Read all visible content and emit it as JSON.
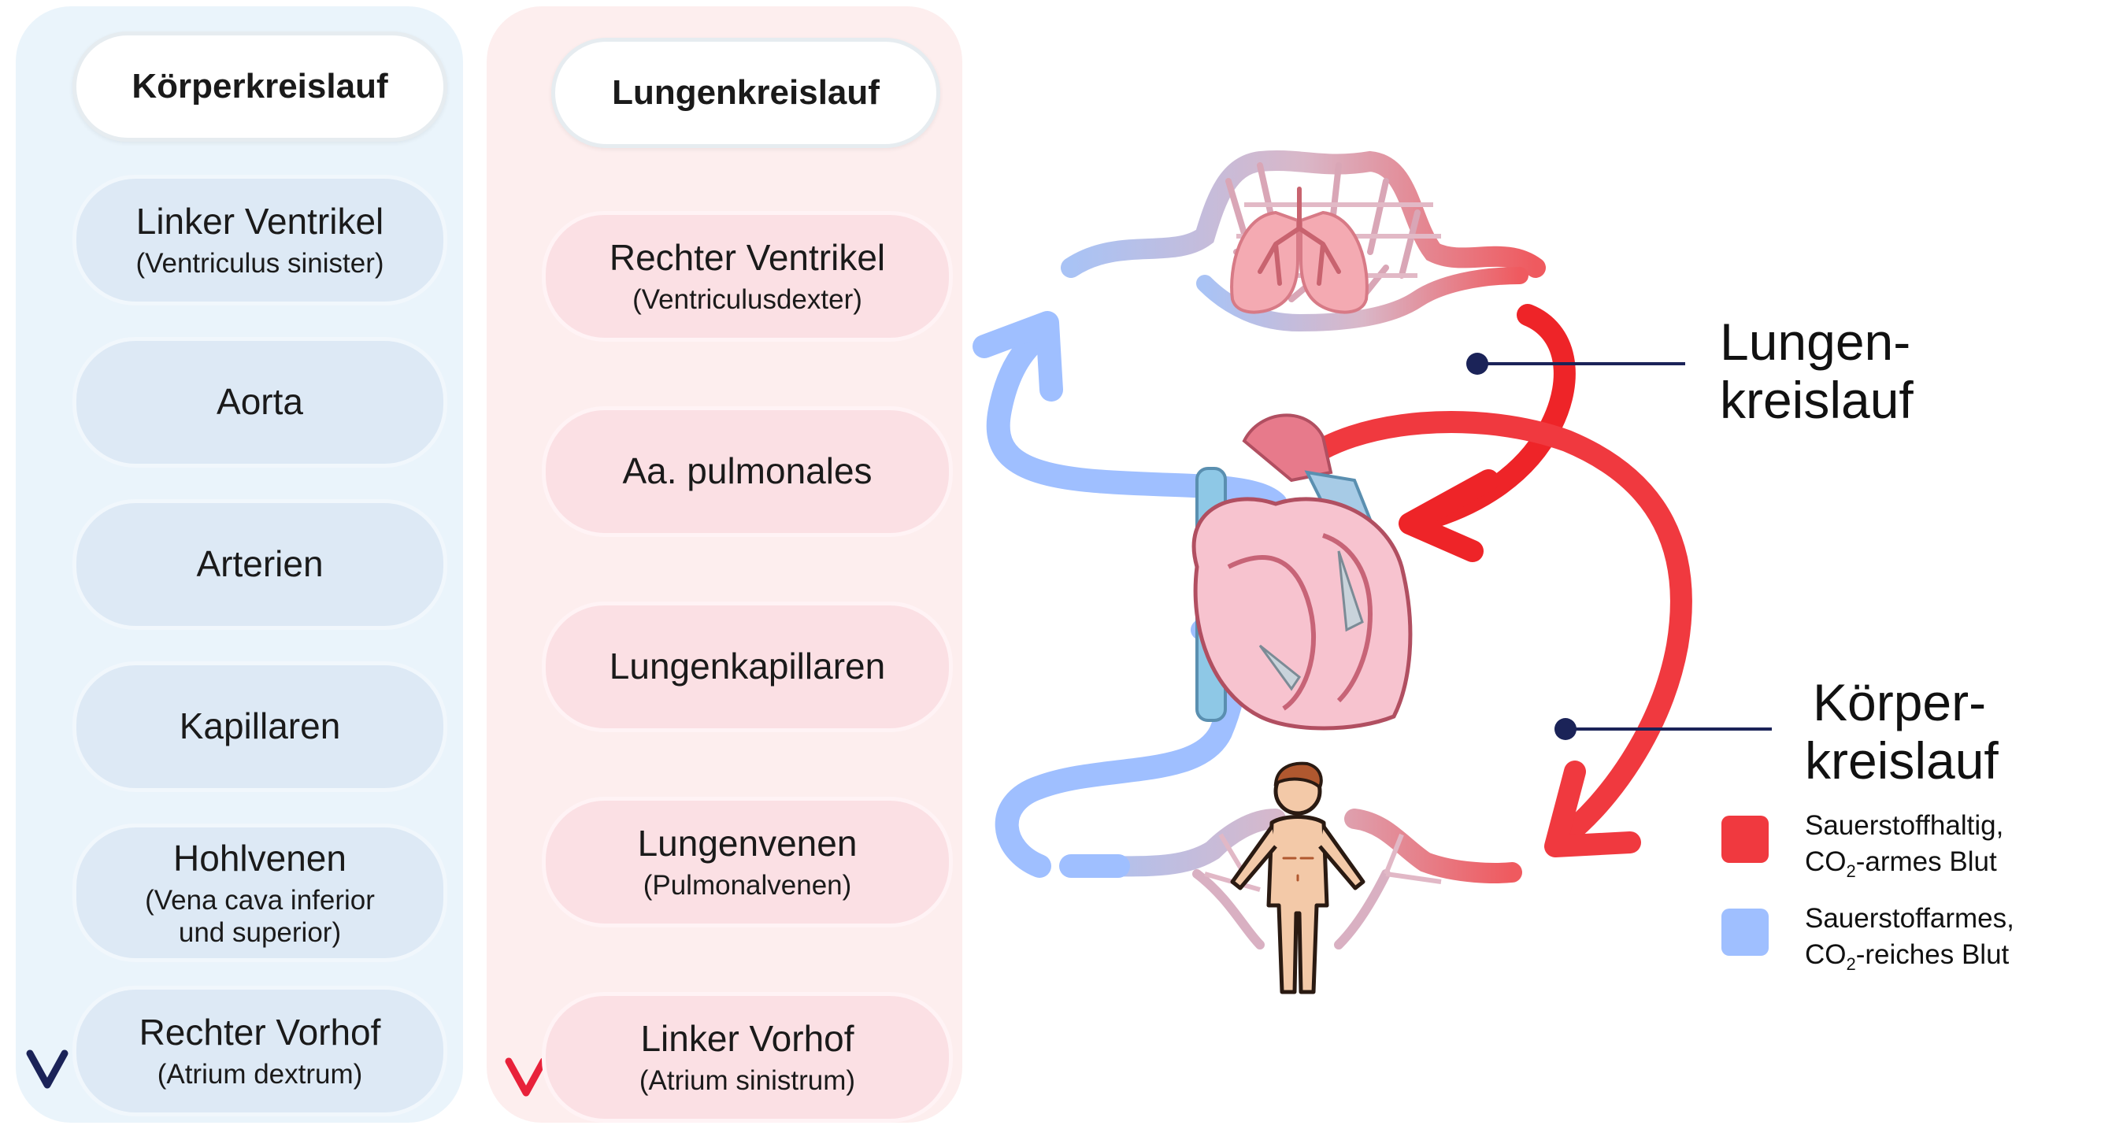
{
  "body_circuit": {
    "header": "Körperkreislauf",
    "items": [
      {
        "main": "Linker Ventrikel",
        "sub": "(Ventriculus sinister)"
      },
      {
        "main": "Aorta",
        "sub": ""
      },
      {
        "main": "Arterien",
        "sub": ""
      },
      {
        "main": "Kapillaren",
        "sub": ""
      },
      {
        "main": "Hohlvenen",
        "sub": "(Vena cava inferior und superior)"
      },
      {
        "main": "Rechter Vorhof",
        "sub": "(Atrium dextrum)"
      }
    ]
  },
  "lung_circuit": {
    "header": "Lungenkreislauf",
    "items": [
      {
        "main": "Rechter Ventrikel",
        "sub": "(Ventriculusdexter)"
      },
      {
        "main": "Aa. pulmonales",
        "sub": ""
      },
      {
        "main": "Lungenkapillaren",
        "sub": ""
      },
      {
        "main": "Lungenvenen",
        "sub": "(Pulmonalvenen)"
      },
      {
        "main": "Linker Vorhof",
        "sub": "(Atrium sinistrum)"
      }
    ]
  },
  "diagram": {
    "lung_label_line1": "Lungen-",
    "lung_label_line2": "kreislauf",
    "body_label_line1": "Körper-",
    "body_label_line2": "kreislauf"
  },
  "legend": {
    "oxygenated": {
      "line1": "Sauerstoffhaltig,",
      "line2_pre": "CO",
      "line2_sub": "2",
      "line2_post": "-armes Blut",
      "color": "#f0393f"
    },
    "deoxygenated": {
      "line1": "Sauerstoffarmes,",
      "line2_pre": "CO",
      "line2_sub": "2",
      "line2_post": "-reiches Blut",
      "color": "#9fbfff"
    }
  },
  "colors": {
    "arrow_red": "#ee2428",
    "arrow_blue": "#9fbfff",
    "arrow_dark_navy": "#1b2358",
    "body_column_bg": "#eaf4fb",
    "lung_column_bg": "#fdeeee"
  },
  "icons": [
    "lungs-icon",
    "heart-icon",
    "person-icon",
    "capillary-network-icon"
  ]
}
